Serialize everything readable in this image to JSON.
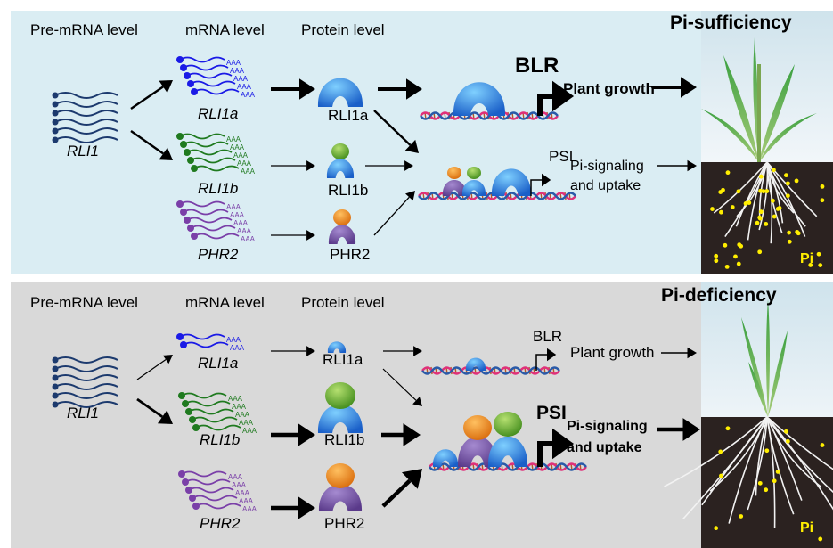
{
  "panels": [
    {
      "id": "pi-sufficiency",
      "title": "Pi-sufficiency",
      "title_color": "#000000",
      "background": "#daedf3",
      "headers": {
        "pre_mrna": "Pre-mRNA level",
        "mrna": "mRNA level",
        "protein": "Protein level"
      },
      "pre_mrna_gene": "RLI1",
      "mrna": [
        {
          "gene": "RLI1a",
          "copies": 5,
          "color": "#1a1ae6",
          "tail": "AAA"
        },
        {
          "gene": "RLI1b",
          "copies": 5,
          "color": "#1f7a1f",
          "tail": "AAA"
        },
        {
          "gene": "PHR2",
          "copies": 5,
          "color": "#7a3fa8",
          "tail": "AAA"
        }
      ],
      "proteins": [
        {
          "name": "RLI1a",
          "size": "large"
        },
        {
          "name": "RLI1b",
          "size": "small"
        },
        {
          "name": "PHR2",
          "size": "small"
        }
      ],
      "blr_label": "BLR",
      "blr_bold": true,
      "blr_output": "Plant growth",
      "blr_output_bold": true,
      "psi_label": "PSI",
      "psi_bold": false,
      "psi_output_line1": "Pi-signaling",
      "psi_output_line2": "and uptake",
      "psi_output_bold": false,
      "pi_label": "Pi",
      "pi_level": "high"
    },
    {
      "id": "pi-deficiency",
      "title": "Pi-deficiency",
      "title_color": "#ff0000",
      "background": "#d9d9d9",
      "headers": {
        "pre_mrna": "Pre-mRNA level",
        "mrna": "mRNA level",
        "protein": "Protein level"
      },
      "pre_mrna_gene": "RLI1",
      "mrna": [
        {
          "gene": "RLI1a",
          "copies": 2,
          "color": "#1a1ae6",
          "tail": "AAA"
        },
        {
          "gene": "RLI1b",
          "copies": 5,
          "color": "#1f7a1f",
          "tail": "AAA"
        },
        {
          "gene": "PHR2",
          "copies": 5,
          "color": "#7a3fa8",
          "tail": "AAA"
        }
      ],
      "proteins": [
        {
          "name": "RLI1a",
          "size": "tiny"
        },
        {
          "name": "RLI1b",
          "size": "large"
        },
        {
          "name": "PHR2",
          "size": "large"
        }
      ],
      "blr_label": "BLR",
      "blr_bold": false,
      "blr_output": "Plant growth",
      "blr_output_bold": false,
      "psi_label": "PSI",
      "psi_bold": true,
      "psi_output_line1": "Pi-signaling",
      "psi_output_line2": "and uptake",
      "psi_output_bold": true,
      "pi_label": "Pi",
      "pi_level": "low"
    }
  ],
  "colors": {
    "rli1a_protein": "#2f8fe0",
    "rli1b_cap": "#6fb02c",
    "phr2_cap": "#f08a1e",
    "phr2_body": "#7a52a8",
    "pre_mrna": "#1c3a6e",
    "pi_dot": "#ffee00",
    "soil": "#2b2220"
  }
}
